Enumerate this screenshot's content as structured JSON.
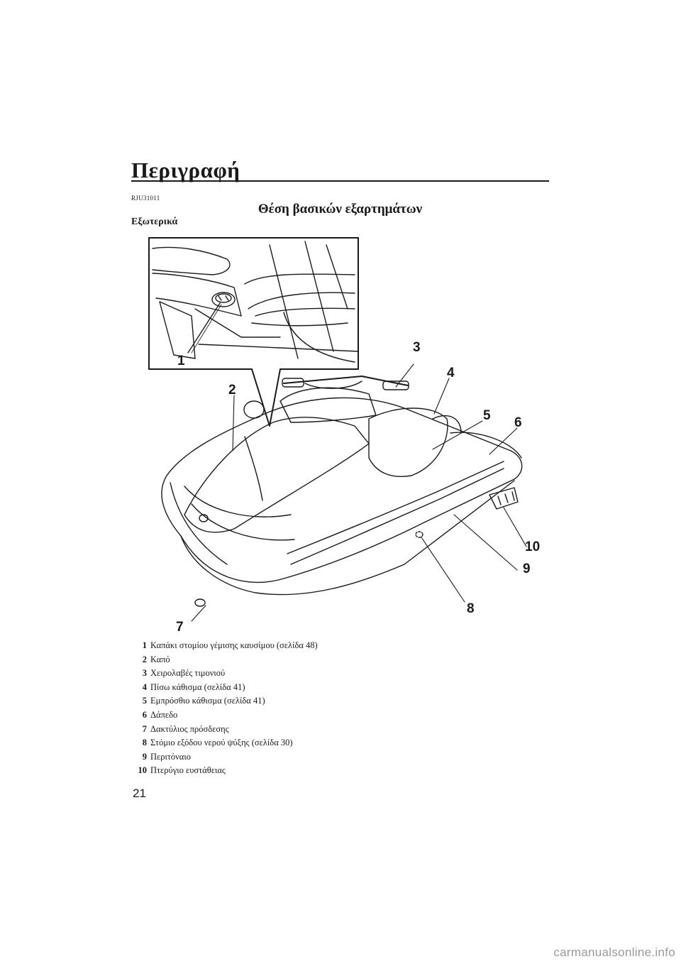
{
  "header": {
    "chapter_title": "Περιγραφή",
    "ref_code": "RJU31011"
  },
  "section": {
    "title": "Θέση βασικών εξαρτημάτων",
    "subtitle": "Εξωτερικά"
  },
  "figure": {
    "callouts": [
      "1",
      "2",
      "3",
      "4",
      "5",
      "6",
      "7",
      "8",
      "9",
      "10"
    ]
  },
  "legend": [
    {
      "num": "1",
      "text": "Καπάκι στομίου γέμισης καυσίμου (σελίδα 48)"
    },
    {
      "num": "2",
      "text": "Καπό"
    },
    {
      "num": "3",
      "text": "Χειρολαβές τιμονιού"
    },
    {
      "num": "4",
      "text": "Πίσω κάθισμα (σελίδα 41)"
    },
    {
      "num": "5",
      "text": "Εμπρόσθιο κάθισμα (σελίδα 41)"
    },
    {
      "num": "6",
      "text": "Δάπεδο"
    },
    {
      "num": "7",
      "text": "Δακτύλιος πρόσδεσης"
    },
    {
      "num": "8",
      "text": "Στόμιο εξόδου νερού ψύξης (σελίδα 30)"
    },
    {
      "num": "9",
      "text": "Περιτόναιο"
    },
    {
      "num": "10",
      "text": "Πτερύγιο ευστάθειας"
    }
  ],
  "footer": {
    "page_number": "21",
    "watermark": "carmanualsonline.info"
  }
}
